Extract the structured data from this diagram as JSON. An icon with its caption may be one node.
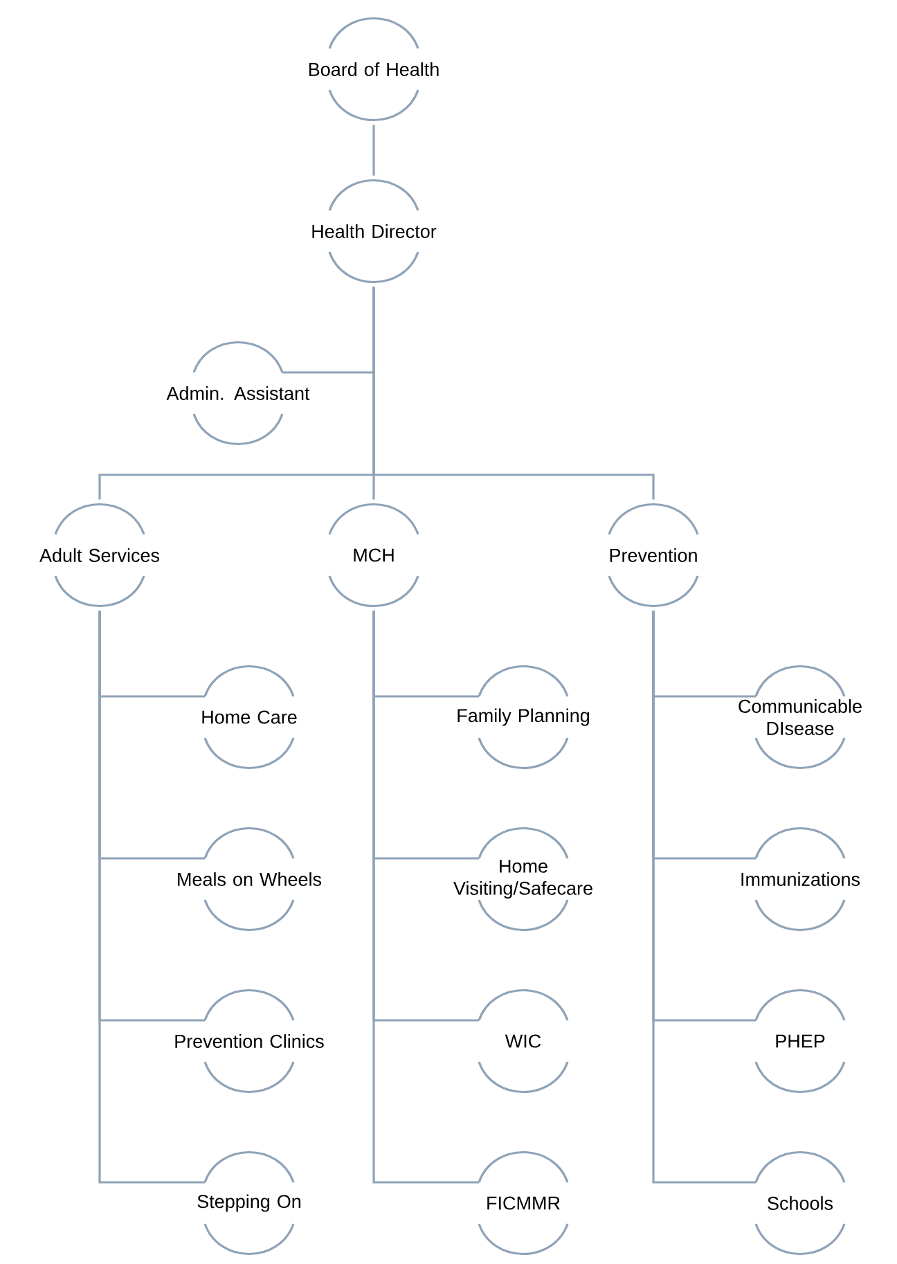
{
  "diagram": {
    "nodes": [
      {
        "text": [
          "Board of Health"
        ]
      },
      {
        "text": [
          "Health Director"
        ]
      },
      {
        "text": [
          "Admin. Assistant"
        ]
      },
      {
        "text": [
          "Adult Services"
        ]
      },
      {
        "text": [
          "MCH"
        ]
      },
      {
        "text": [
          "Prevention"
        ]
      },
      {
        "text": [
          "Home Care"
        ]
      },
      {
        "text": [
          "Meals on Wheels"
        ]
      },
      {
        "text": [
          "Prevention Clinics"
        ]
      },
      {
        "text": [
          "Stepping On"
        ]
      },
      {
        "text": [
          "Family Planning"
        ]
      },
      {
        "text": [
          "Home Visiting/Safecare"
        ]
      },
      {
        "text": [
          "WIC"
        ]
      },
      {
        "text": [
          "FICMMR"
        ]
      },
      {
        "text": [
          "Communicable DIsease"
        ]
      },
      {
        "text": [
          "Immunizations"
        ]
      },
      {
        "text": [
          "PHEP"
        ]
      },
      {
        "text": [
          "Schools"
        ]
      }
    ],
    "edges": [
      {
        "from": 0,
        "to": 1,
        "arrow": "none"
      },
      {
        "from": 1,
        "to": 2,
        "arrow": "none"
      },
      {
        "from": 1,
        "to": 3,
        "arrow": "none"
      },
      {
        "from": 1,
        "to": 4,
        "arrow": "none"
      },
      {
        "from": 1,
        "to": 5,
        "arrow": "none"
      },
      {
        "from": 3,
        "to": 6,
        "arrow": "none"
      },
      {
        "from": 3,
        "to": 7,
        "arrow": "none"
      },
      {
        "from": 3,
        "to": 8,
        "arrow": "none"
      },
      {
        "from": 3,
        "to": 9,
        "arrow": "none"
      },
      {
        "from": 4,
        "to": 10,
        "arrow": "none"
      },
      {
        "from": 4,
        "to": 11,
        "arrow": "none"
      },
      {
        "from": 4,
        "to": 12,
        "arrow": "none"
      },
      {
        "from": 4,
        "to": 13,
        "arrow": "none"
      },
      {
        "from": 5,
        "to": 14,
        "arrow": "none"
      },
      {
        "from": 5,
        "to": 15,
        "arrow": "none"
      },
      {
        "from": 5,
        "to": 16,
        "arrow": "none"
      },
      {
        "from": 5,
        "to": 17,
        "arrow": "none"
      }
    ]
  }
}
